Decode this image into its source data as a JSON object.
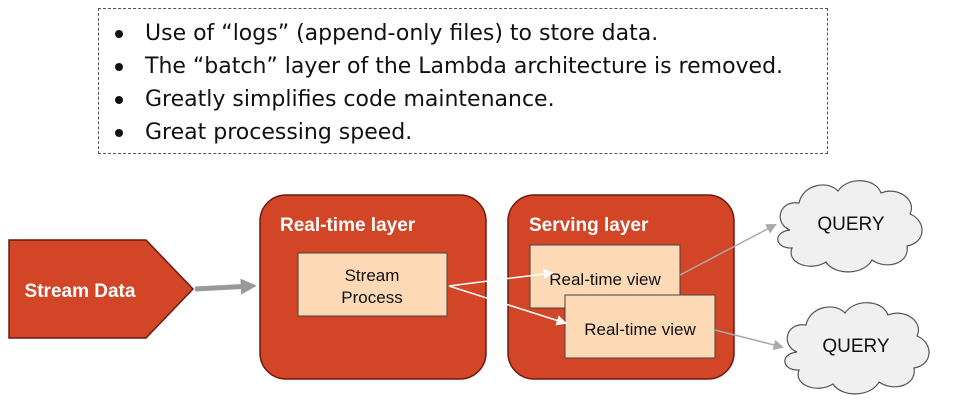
{
  "bullets": [
    "Use of “logs” (append-only files) to store data.",
    "The “batch” layer of the Lambda architecture is removed.",
    "Greatly simplifies code maintenance.",
    "Great processing speed."
  ],
  "diagram": {
    "source_label": "Stream Data",
    "realtime_layer": {
      "title": "Real-time layer",
      "process_line1": "Stream",
      "process_line2": "Process"
    },
    "serving_layer": {
      "title": "Serving layer",
      "view1": "Real-time view",
      "view2": "Real-time view"
    },
    "query1": "QUERY",
    "query2": "QUERY"
  },
  "colors": {
    "layer_fill": "#d24527",
    "layer_stroke": "#6b1b0e",
    "inner_fill": "#fdd9b6",
    "cloud_fill": "#f0f0f0",
    "arrow_gray": "#aaaaaa"
  }
}
